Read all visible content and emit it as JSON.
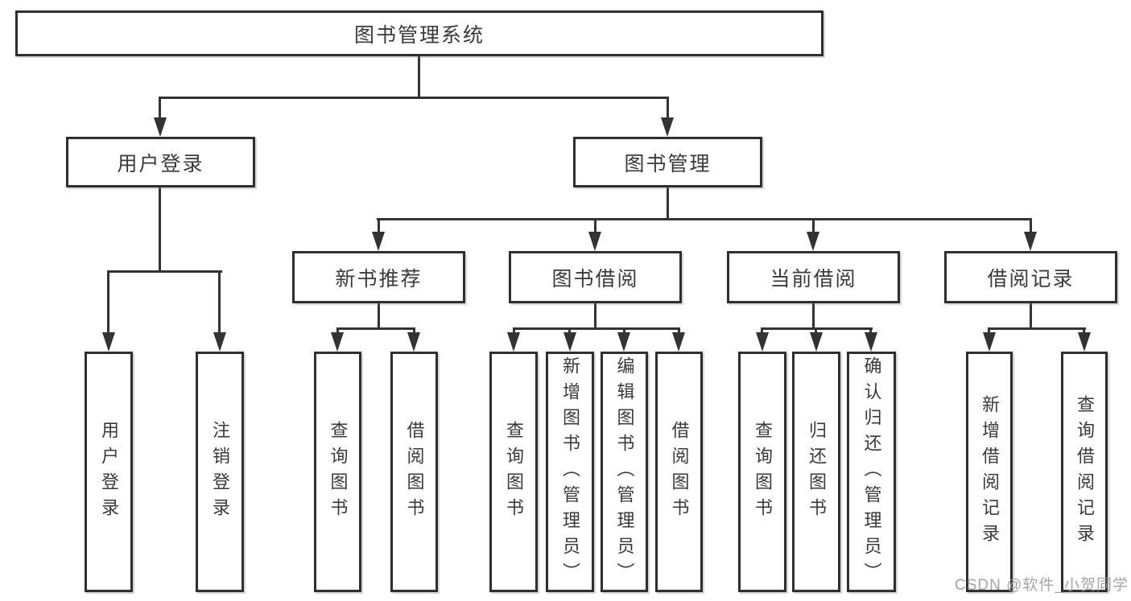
{
  "diagram": {
    "watermark": "CSDN @软件_小贺同学",
    "colors": {
      "line": "#333333",
      "box_border": "#2f2f2f",
      "text": "#3a3a3a",
      "background": "#ffffff",
      "watermark": "#989898"
    },
    "tree": {
      "label": "图书管理系统",
      "children": [
        {
          "label": "用户登录",
          "children": [
            {
              "label": "用户登录"
            },
            {
              "label": "注销登录"
            }
          ]
        },
        {
          "label": "图书管理",
          "children": [
            {
              "label": "新书推荐",
              "children": [
                {
                  "label": "查询图书"
                },
                {
                  "label": "借阅图书"
                }
              ]
            },
            {
              "label": "图书借阅",
              "children": [
                {
                  "label": "查询图书"
                },
                {
                  "label": "新增图书（管理员）"
                },
                {
                  "label": "编辑图书（管理员）"
                },
                {
                  "label": "借阅图书"
                }
              ]
            },
            {
              "label": "当前借阅",
              "children": [
                {
                  "label": "查询图书"
                },
                {
                  "label": "归还图书"
                },
                {
                  "label": "确认归还（管理员）"
                }
              ]
            },
            {
              "label": "借阅记录",
              "children": [
                {
                  "label": "新增借阅记录"
                },
                {
                  "label": "查询借阅记录"
                }
              ]
            }
          ]
        }
      ]
    }
  }
}
